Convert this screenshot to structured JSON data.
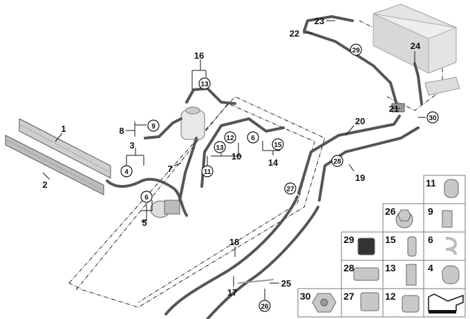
{
  "diagram": {
    "callouts": {
      "c1": "1",
      "c2": "2",
      "c3": "3",
      "c4": "4",
      "c5": "5",
      "c6a": "6",
      "c6b": "6",
      "c7": "7",
      "c8": "8",
      "c9": "9",
      "c10": "10",
      "c11": "11",
      "c12": "12",
      "c13a": "13",
      "c13b": "13",
      "c14": "14",
      "c15": "15",
      "c16": "16",
      "c17": "17",
      "c18": "18",
      "c19": "19",
      "c20": "20",
      "c21": "21",
      "c22": "22",
      "c23": "23",
      "c24": "24",
      "c25": "25",
      "c26": "26",
      "c27": "27",
      "c28": "28",
      "c29": "29",
      "c30": "30"
    },
    "parts_grid": {
      "r1c4": "11",
      "r2c3": "26",
      "r2c4": "9",
      "r3c2": "29",
      "r3c3": "15",
      "r3c4": "6",
      "r4c2": "28",
      "r4c3": "13",
      "r4c4": "4",
      "r5c1": "30",
      "r5c2": "27",
      "r5c3": "12"
    },
    "icons": [
      "hose",
      "radiator",
      "expansion-tank",
      "pump",
      "battery",
      "clip",
      "nut",
      "direction-arrow"
    ]
  }
}
